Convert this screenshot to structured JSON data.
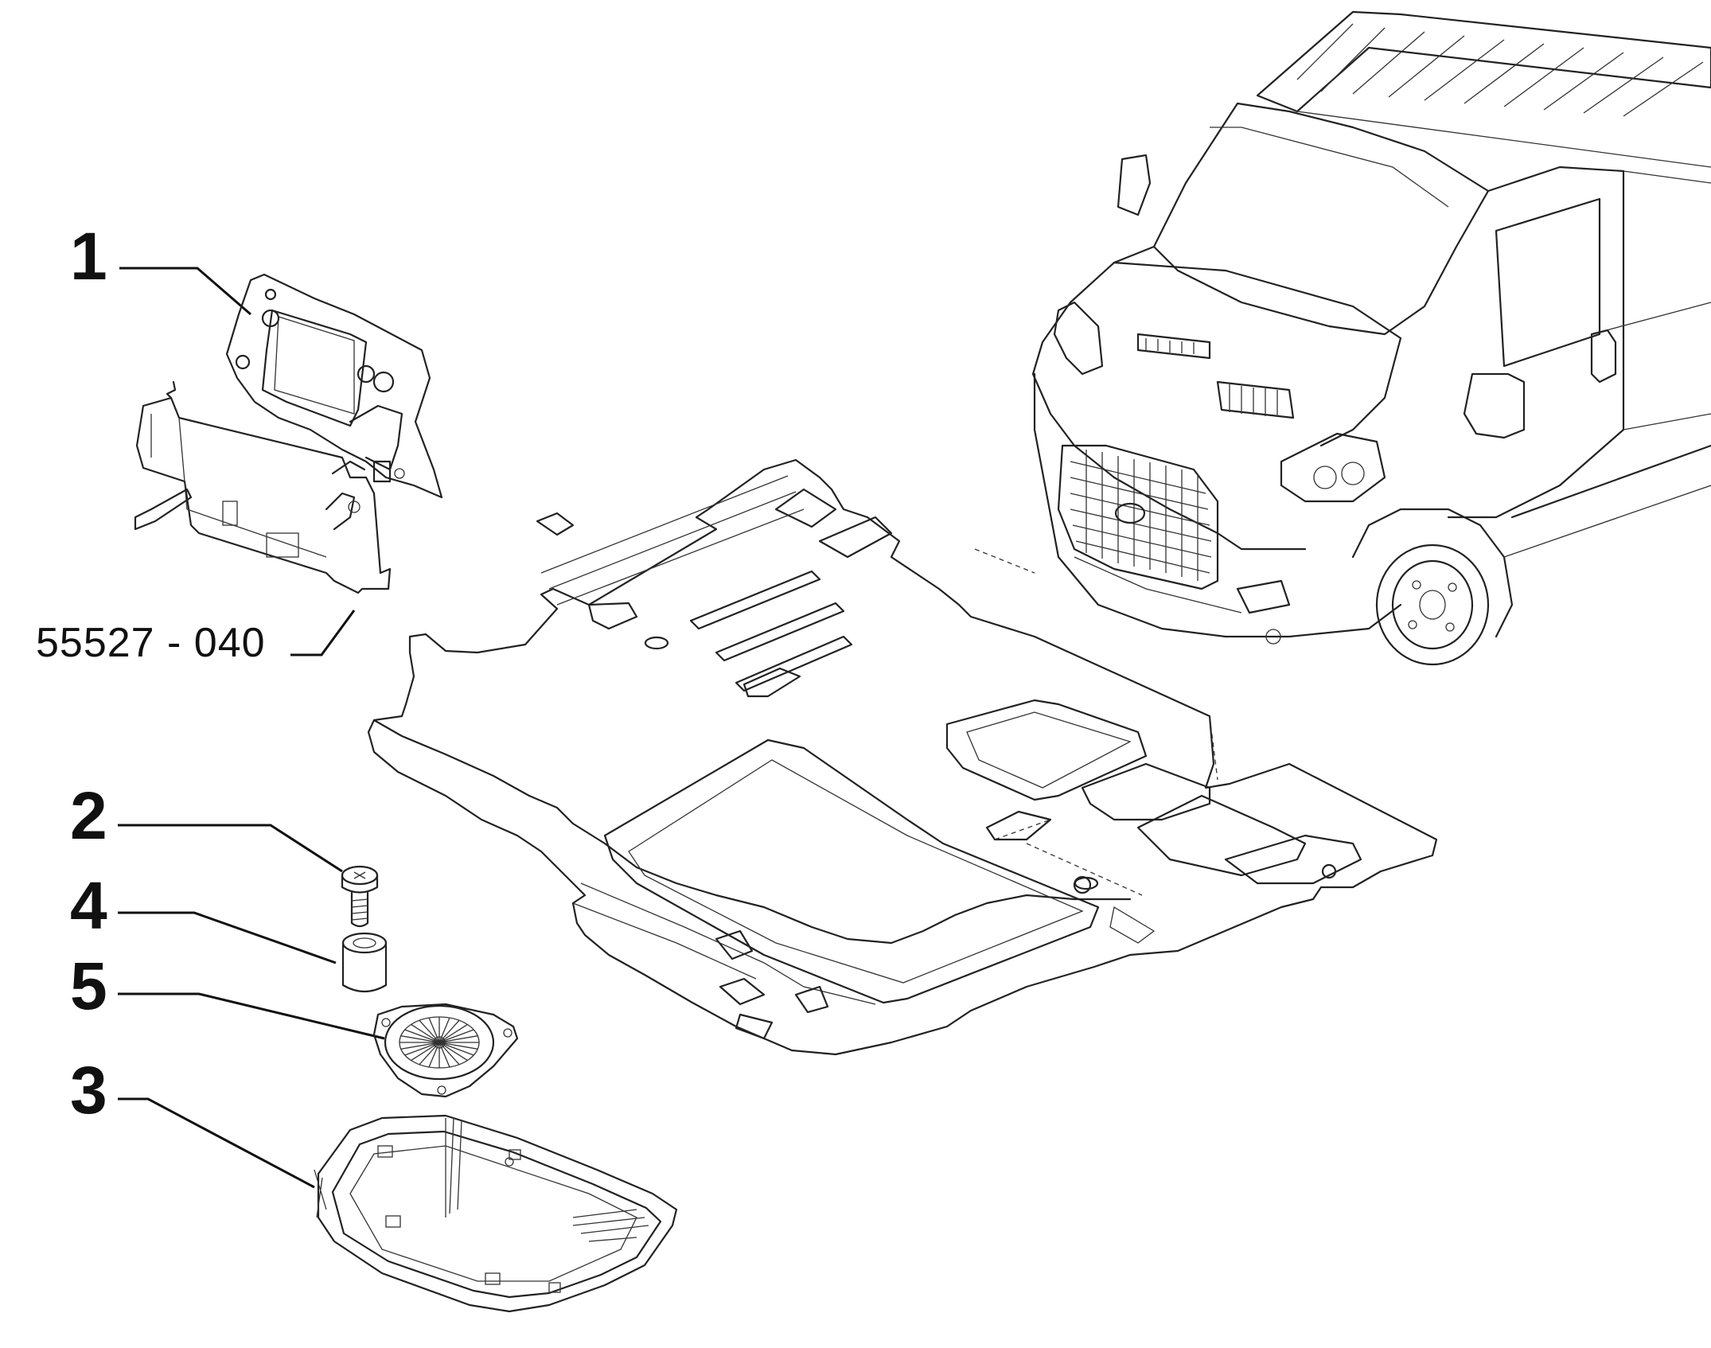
{
  "callouts": {
    "c1": "1",
    "c2": "2",
    "c3": "3",
    "c4": "4",
    "c5": "5",
    "ref_code": "55527 - 040"
  },
  "colors": {
    "line": "#222222",
    "background": "#ffffff"
  }
}
